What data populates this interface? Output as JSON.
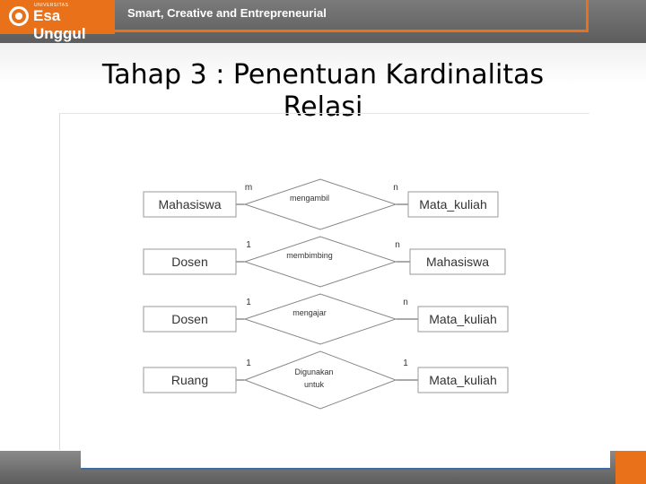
{
  "header": {
    "logo_small": "UNIVERSITAS",
    "logo_text": "Esa Unggul",
    "tagline": "Smart, Creative and Entrepreneurial"
  },
  "slide": {
    "title_line1": "Tahap 3 : Penentuan Kardinalitas",
    "title_line2": "Relasi"
  },
  "diagram": {
    "relations": [
      {
        "left_entity": "Mahasiswa",
        "relationship": [
          "mengambil"
        ],
        "right_entity": "Mata_kuliah",
        "left_card": "m",
        "right_card": "n"
      },
      {
        "left_entity": "Dosen",
        "relationship": [
          "membimbing"
        ],
        "right_entity": "Mahasiswa",
        "left_card": "1",
        "right_card": "n"
      },
      {
        "left_entity": "Dosen",
        "relationship": [
          "mengajar"
        ],
        "right_entity": "Mata_kuliah",
        "left_card": "1",
        "right_card": "n"
      },
      {
        "left_entity": "Ruang",
        "relationship": [
          "Digunakan",
          "untuk"
        ],
        "right_entity": "Mata_kuliah",
        "left_card": "1",
        "right_card": "1"
      }
    ]
  },
  "colors": {
    "brand_orange": "#e8711a",
    "header_gray": "#6b6b6b"
  }
}
